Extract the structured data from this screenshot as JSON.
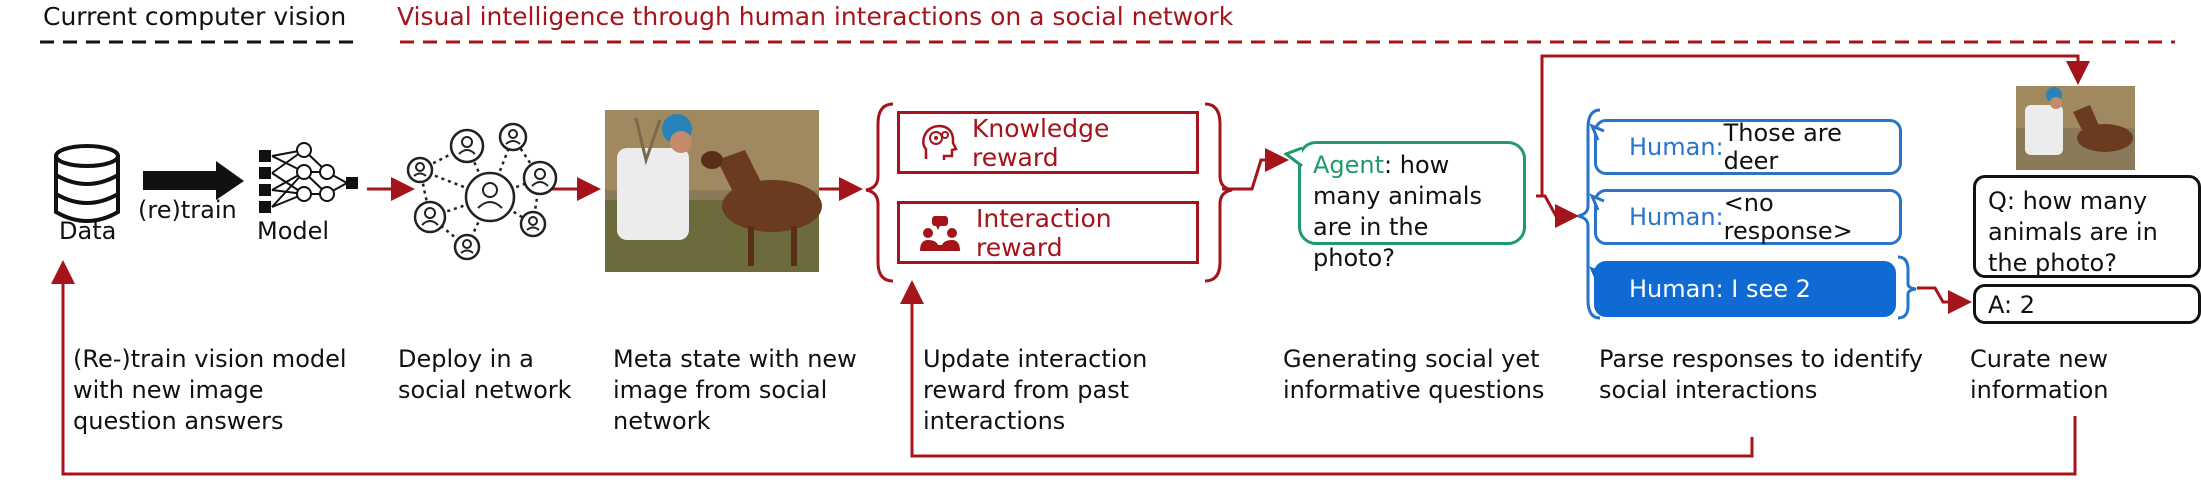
{
  "headers": {
    "left": "Current computer vision",
    "right": "Visual intelligence through human interactions on a social network"
  },
  "labels": {
    "data": "Data",
    "retrain": "(re)train",
    "model": "Model"
  },
  "rewards": {
    "knowledge": "Knowledge reward",
    "interaction": "Interaction reward"
  },
  "agent": {
    "who": "Agent",
    "text": ": how many animals are in the photo?"
  },
  "humans": [
    {
      "who": "Human:",
      "text": " Those are deer"
    },
    {
      "who": "Human:",
      "text": " <no response>"
    },
    {
      "who": "Human: I see 2",
      "text": ""
    }
  ],
  "curated": {
    "question": "Q: how many animals are in the photo?",
    "answer": "A: 2"
  },
  "captions": [
    "(Re-)train vision model with new image question answers",
    "Deploy in a social network",
    "Meta state with new image from social network",
    "Update interaction reward from past interactions",
    "Generating social yet informative questions",
    "Parse responses to identify social interactions",
    "Curate new information"
  ],
  "colors": {
    "accent_red": "#a5141b",
    "human_blue": "#2874c9",
    "selected_blue": "#0f6ad3",
    "agent_green": "#1f9a6a"
  }
}
